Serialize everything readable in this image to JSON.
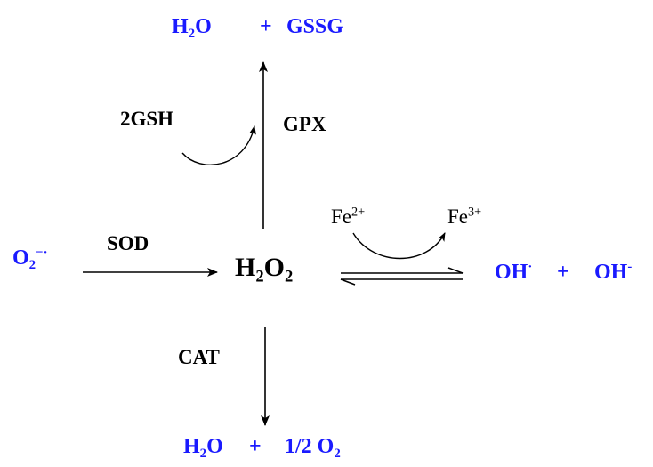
{
  "colors": {
    "product": "#1a1aff",
    "text": "#000000",
    "arrow": "#000000"
  },
  "gpx_products": {
    "water": {
      "base_1": "H",
      "sub_1": "2",
      "base_2": "O"
    },
    "plus": "+",
    "gssg": "GSSG"
  },
  "gsh": "2GSH",
  "gpx": "GPX",
  "superoxide": {
    "base": "O",
    "sub": "2",
    "sup": "−·"
  },
  "sod": "SOD",
  "hydrogen_peroxide": {
    "base_1": "H",
    "sub_1": "2",
    "base_2": "O",
    "sub_2": "2"
  },
  "fenton": {
    "fe2": {
      "base": "Fe",
      "sup": "2+"
    },
    "fe3": {
      "base": "Fe",
      "sup": "3+"
    }
  },
  "hydroxyl_radical": {
    "base": "OH",
    "sup": "·"
  },
  "plus_right": "+",
  "hydroxide": {
    "base": "OH",
    "sup": "-"
  },
  "cat": "CAT",
  "cat_products": {
    "water": {
      "base_1": "H",
      "sub_1": "2",
      "base_2": "O"
    },
    "plus": "+",
    "oxygen": {
      "coef": "1/2",
      "base": "O",
      "sub": "2"
    }
  }
}
